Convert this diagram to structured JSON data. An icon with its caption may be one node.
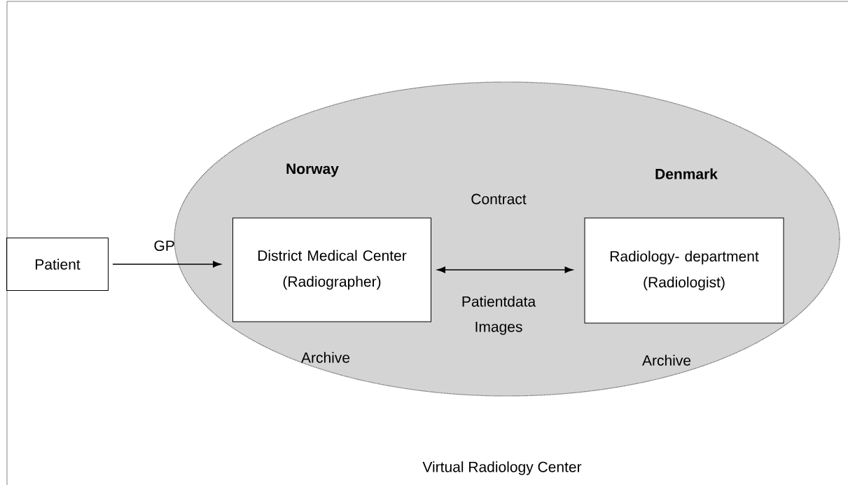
{
  "diagram": {
    "nodes": [
      {
        "text": [],
        "shape": "ellipse"
      },
      {
        "text": [
          "Patient"
        ]
      },
      {
        "text": [
          "District Medical Center (Radiographer)"
        ],
        "in": 0
      },
      {
        "text": [
          "Radiology- department (Radiologist)"
        ],
        "in": 0
      }
    ],
    "edges": [
      {
        "from": 1,
        "to": 2,
        "arrow": "to",
        "label": "GP"
      },
      {
        "from": 2,
        "to": 3,
        "arrow": "both"
      }
    ],
    "labels": [
      "Norway",
      "Denmark",
      "Contract",
      "Patientdata Images",
      "Archive",
      "Archive",
      "Virtual Radiology Center"
    ]
  }
}
